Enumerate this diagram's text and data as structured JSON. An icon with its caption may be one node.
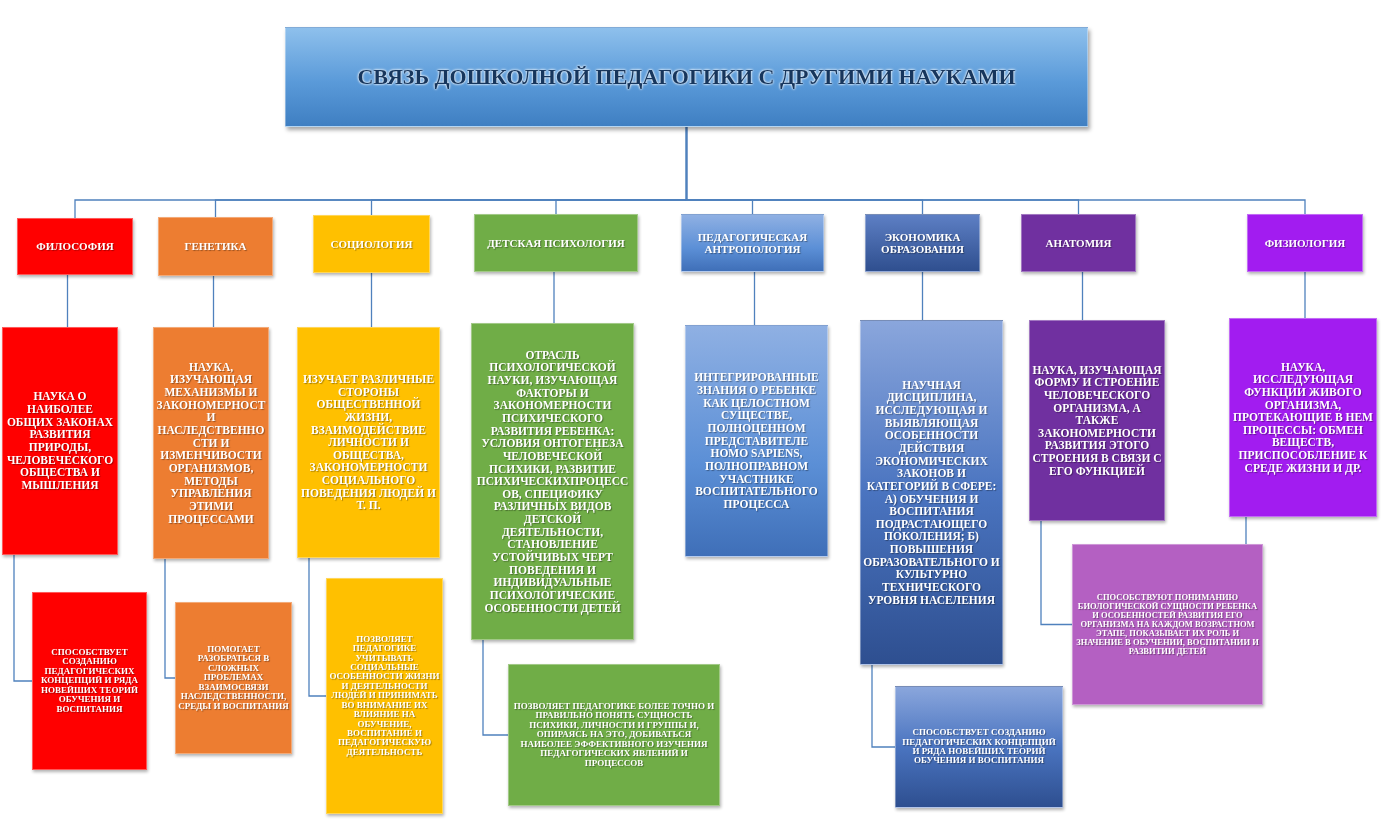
{
  "diagram": {
    "nodes": [
      {
        "text": [
          "СВЯЗЬ ДОШКОЛНОЙ ПЕДАГОГИКИ С ДРУГИМИ НАУКАМИ"
        ]
      },
      {
        "text": [
          "ФИЛОСОФИЯ"
        ]
      },
      {
        "text": [
          "ГЕНЕТИКА"
        ]
      },
      {
        "text": [
          "СОЦИОЛОГИЯ"
        ]
      },
      {
        "text": [
          "ДЕТСКАЯ ПСИХОЛОГИЯ"
        ]
      },
      {
        "text": [
          "ПЕДАГОГИЧЕСКАЯ АНТРОПОЛОГИЯ"
        ]
      },
      {
        "text": [
          "ЭКОНОМИКА ОБРАЗОВАНИЯ"
        ]
      },
      {
        "text": [
          "АНАТОМИЯ"
        ]
      },
      {
        "text": [
          "ФИЗИОЛОГИЯ"
        ]
      },
      {
        "text": [
          "НАУКА О НАИБОЛЕЕ ОБЩИХ ЗАКОНАХ РАЗВИТИЯ ПРИРОДЫ, ЧЕЛОВЕЧЕСКОГО ОБЩЕСТВА И МЫШЛЕНИЯ"
        ]
      },
      {
        "text": [
          "НАУКА, ИЗУЧАЮЩАЯ МЕХАНИЗМЫ И ЗАКОНОМЕРНОСТИ НАСЛЕДСТВЕННОСТИ И ИЗМЕНЧИВОСТИ ОРГАНИЗМОВ, МЕТОДЫ УПРАВЛЕНИЯ ЭТИМИ ПРОЦЕССАМИ"
        ]
      },
      {
        "text": [
          "ИЗУЧАЕТ РАЗЛИЧНЫЕ СТОРОНЫ ОБЩЕСТВЕННОЙ ЖИЗНИ, ВЗАИМОДЕЙСТВИЕ ЛИЧНОСТИ И ОБЩЕСТВА, ЗАКОНОМЕРНОСТИ СОЦИАЛЬНОГО ПОВЕДЕНИЯ ЛЮДЕЙ И Т. П."
        ]
      },
      {
        "text": [
          "ОТРАСЛЬ ПСИХОЛОГИЧЕСКОЙ НАУКИ, ИЗУЧАЮЩАЯ ФАКТОРЫ И ЗАКОНОМЕРНОСТИ ПСИХИЧЕСКОГО РАЗВИТИЯ РЕБЕНКА: УСЛОВИЯ ОНТОГЕНЕЗА ЧЕЛОВЕЧЕСКОЙ ПСИХИКИ, РАЗВИТИЕ ПСИХИЧЕСКИХПРОЦЕССОВ, СПЕЦИФИКУ РАЗЛИЧНЫХ ВИДОВ ДЕТСКОЙ ДЕЯТЕЛЬНОСТИ, СТАНОВЛЕНИЕ УСТОЙЧИВЫХ ЧЕРТ ПОВЕДЕНИЯ И ИНДИВИДУАЛЬНЫЕ ПСИХОЛОГИЧЕСКИЕ ОСОБЕННОСТИ ДЕТЕЙ"
        ]
      },
      {
        "text": [
          "ИНТЕГРИРОВАННЫЕ ЗНАНИЯ О РЕБЕНКЕ КАК ЦЕЛОСТНОМ СУЩЕСТВЕ, ПОЛНОЦЕННОМ ПРЕДСТАВИТЕЛЕ HOMO SAPIENS, ПОЛНОПРАВНОМ УЧАСТНИКЕ ВОСПИТАТЕЛЬНОГО ПРОЦЕССА"
        ]
      },
      {
        "text": [
          "НАУЧНАЯ ДИСЦИПЛИНА, ИССЛЕДУЮЩАЯ И ВЫЯВЛЯЮЩАЯ ОСОБЕННОСТИ ДЕЙСТВИЯ ЭКОНОМИЧЕСКИХ ЗАКОНОВ И КАТЕГОРИЙ В СФЕРЕ: А) ОБУЧЕНИЯ И ВОСПИТАНИЯ ПОДРАСТАЮЩЕГО ПОКОЛЕНИЯ; Б) ПОВЫШЕНИЯ ОБРАЗОВАТЕЛЬНОГО И КУЛЬТУРНО ТЕХНИЧЕСКОГО УРОВНЯ НАСЕЛЕНИЯ"
        ]
      },
      {
        "text": [
          "НАУКА, ИЗУЧАЮЩАЯ ФОРМУ И СТРОЕНИЕ ЧЕЛОВЕЧЕСКОГО ОРГАНИЗМА, А ТАКЖЕ ЗАКОНОМЕРНОСТИ РАЗВИТИЯ ЭТОГО СТРОЕНИЯ В СВЯЗИ С ЕГО ФУНКЦИЕЙ"
        ]
      },
      {
        "text": [
          "НАУКА, ИССЛЕДУЮЩАЯ ФУНКЦИИ ЖИВОГО ОРГАНИЗМА, ПРОТЕКАЮЩИЕ В НЕМ ПРОЦЕССЫ: ОБМЕН ВЕЩЕСТВ, ПРИСПОСОБЛЕНИЕ К СРЕДЕ ЖИЗНИ И ДР."
        ]
      },
      {
        "text": [
          "СПОСОБСТВУЕТ СОЗДАНИЮ ПЕДАГОГИЧЕСКИХ КОНЦЕПЦИЙ И РЯДА НОВЕЙШИХ ТЕОРИЙ ОБУЧЕНИЯ И ВОСПИТАНИЯ"
        ]
      },
      {
        "text": [
          "ПОМОГАЕТ РАЗОБРАТЬСЯ В СЛОЖНЫХ ПРОБЛЕМАХ ВЗАИМОСВЯЗИ НАСЛЕДСТВЕННОСТИ, СРЕДЫ И ВОСПИТАНИЯ"
        ]
      },
      {
        "text": [
          "ПОЗВОЛЯЕТ ПЕДАГОГИКЕ УЧИТЫВАТЬ СОЦИАЛЬНЫЕ ОСОБЕННОСТИ ЖИЗНИ И ДЕЯТЕЛЬНОСТИ ЛЮДЕЙ И ПРИНИМАТЬ ВО ВНИМАНИЕ ИХ ВЛИЯНИЕ НА ОБУЧЕНИЕ, ВОСПИТАНИЕ И ПЕДАГОГИЧЕСКУЮ ДЕЯТЕЛЬНОСТЬ"
        ]
      },
      {
        "text": [
          "ПОЗВОЛЯЕТ ПЕДАГОГИКЕ БОЛЕЕ ТОЧНО И ПРАВИЛЬНО ПОНЯТЬ СУЩНОСТЬ ПСИХИКИ, ЛИЧНОСТИ И ГРУППЫ И, ОПИРАЯСЬ НА ЭТО, ДОБИВАТЬСЯ НАИБОЛЕЕ ЭФФЕКТИВНОГО ИЗУЧЕНИЯ ПЕДАГОГИЧЕСКИХ ЯВЛЕНИЙ И ПРОЦЕССОВ"
        ]
      },
      {
        "text": [
          "СПОСОБСТВУЕТ СОЗДАНИЮ ПЕДАГОГИЧЕСКИХ КОНЦЕПЦИЙ И РЯДА НОВЕЙШИХ ТЕОРИЙ ОБУЧЕНИЯ И ВОСПИТАНИЯ"
        ]
      },
      {
        "text": [
          "СПОСОБСТВУЮТ ПОНИМАНИЮ БИОЛОГИЧЕСКОЙ СУЩНОСТИ РЕБЕНКА И ОСОБЕННОСТЕЙ РАЗВИТИЯ ЕГО ОРГАНИЗМА НА КАЖДОМ ВОЗРАСТНОМ ЭТАПЕ, ПОКАЗЫВАЕТ ИХ РОЛЬ И ЗНАЧЕНИЕ В ОБУЧЕНИИ, ВОСПИТАНИИ И РАЗВИТИИ ДЕТЕЙ"
        ]
      }
    ],
    "edges": [
      {
        "from": 0,
        "to": 1,
        "arrow": "none"
      },
      {
        "from": 0,
        "to": 2,
        "arrow": "none"
      },
      {
        "from": 0,
        "to": 3,
        "arrow": "none"
      },
      {
        "from": 0,
        "to": 4,
        "arrow": "none"
      },
      {
        "from": 0,
        "to": 5,
        "arrow": "none"
      },
      {
        "from": 0,
        "to": 6,
        "arrow": "none"
      },
      {
        "from": 0,
        "to": 7,
        "arrow": "none"
      },
      {
        "from": 0,
        "to": 8,
        "arrow": "none"
      },
      {
        "from": 1,
        "to": 9,
        "arrow": "none"
      },
      {
        "from": 2,
        "to": 10,
        "arrow": "none"
      },
      {
        "from": 3,
        "to": 11,
        "arrow": "none"
      },
      {
        "from": 4,
        "to": 12,
        "arrow": "none"
      },
      {
        "from": 5,
        "to": 13,
        "arrow": "none"
      },
      {
        "from": 6,
        "to": 14,
        "arrow": "none"
      },
      {
        "from": 7,
        "to": 15,
        "arrow": "none"
      },
      {
        "from": 8,
        "to": 16,
        "arrow": "none"
      },
      {
        "from": 9,
        "to": 17,
        "arrow": "none"
      },
      {
        "from": 10,
        "to": 18,
        "arrow": "none"
      },
      {
        "from": 11,
        "to": 19,
        "arrow": "none"
      },
      {
        "from": 12,
        "to": 20,
        "arrow": "none"
      },
      {
        "from": 14,
        "to": 21,
        "arrow": "none"
      },
      {
        "from": 15,
        "to": 22,
        "arrow": "none"
      },
      {
        "from": 16,
        "to": 22,
        "arrow": "none"
      }
    ]
  }
}
